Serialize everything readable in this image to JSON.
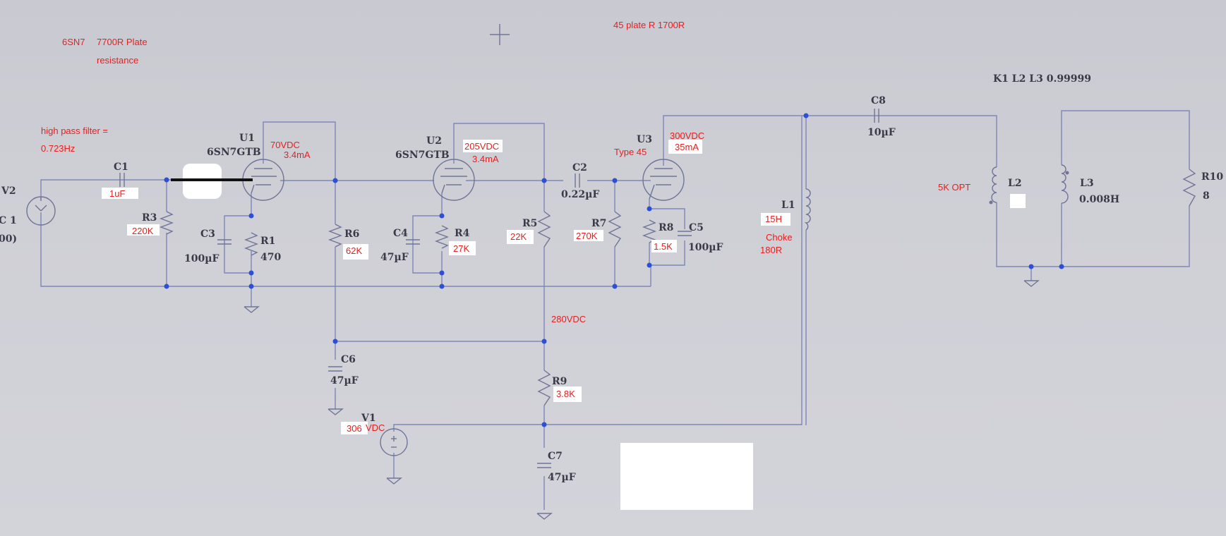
{
  "notes": {
    "tube_note_a": "6SN7",
    "tube_note_b": "7700R Plate",
    "tube_note_c": "resistance",
    "plate_note": "45 plate R 1700R",
    "hp_a": "high pass filter =",
    "hp_b": "0.723Hz",
    "k_note": "K1 L2 L3 0.99999",
    "v2_partial_a": "V2",
    "v2_partial_b": "C 1",
    "v2_partial_c": "00)"
  },
  "components": {
    "c1": {
      "ref": "C1",
      "value": "1uF"
    },
    "r3": {
      "ref": "R3",
      "value": "220K"
    },
    "u1": {
      "ref": "U1",
      "type": "6SN7GTB",
      "v": "70VDC",
      "i": "3.4mA"
    },
    "c3": {
      "ref": "C3",
      "value": "100µF"
    },
    "r1": {
      "ref": "R1",
      "value": "470"
    },
    "r6": {
      "ref": "R6",
      "value": "62K"
    },
    "u2": {
      "ref": "U2",
      "type": "6SN7GTB",
      "v": "205VDC",
      "i": "3.4mA"
    },
    "c4": {
      "ref": "C4",
      "value": "47µF"
    },
    "r4": {
      "ref": "R4",
      "value": "27K"
    },
    "r5": {
      "ref": "R5",
      "value": "22K"
    },
    "c2": {
      "ref": "C2",
      "value": "0.22µF"
    },
    "r7": {
      "ref": "R7",
      "value": "270K"
    },
    "u3": {
      "ref": "U3",
      "type": "Type 45",
      "v": "300VDC",
      "i": "35mA"
    },
    "r8": {
      "ref": "R8",
      "value": "1.5K"
    },
    "c5": {
      "ref": "C5",
      "value": "100µF"
    },
    "l1": {
      "ref": "L1",
      "value": "15H",
      "note_a": "Choke",
      "note_b": "180R"
    },
    "c8": {
      "ref": "C8",
      "value": "10µF"
    },
    "l2": {
      "ref": "L2",
      "note": "5K OPT"
    },
    "l3": {
      "ref": "L3",
      "value": "0.008H"
    },
    "r10": {
      "ref": "R10",
      "value": "8"
    },
    "c6": {
      "ref": "C6",
      "value": "47µF"
    },
    "r9": {
      "ref": "R9",
      "value": "3.8K"
    },
    "v1": {
      "ref": "V1",
      "value_a": "306",
      "value_b": "VDC"
    },
    "c7": {
      "ref": "C7",
      "value": "47µF"
    },
    "node_280": "280VDC"
  }
}
